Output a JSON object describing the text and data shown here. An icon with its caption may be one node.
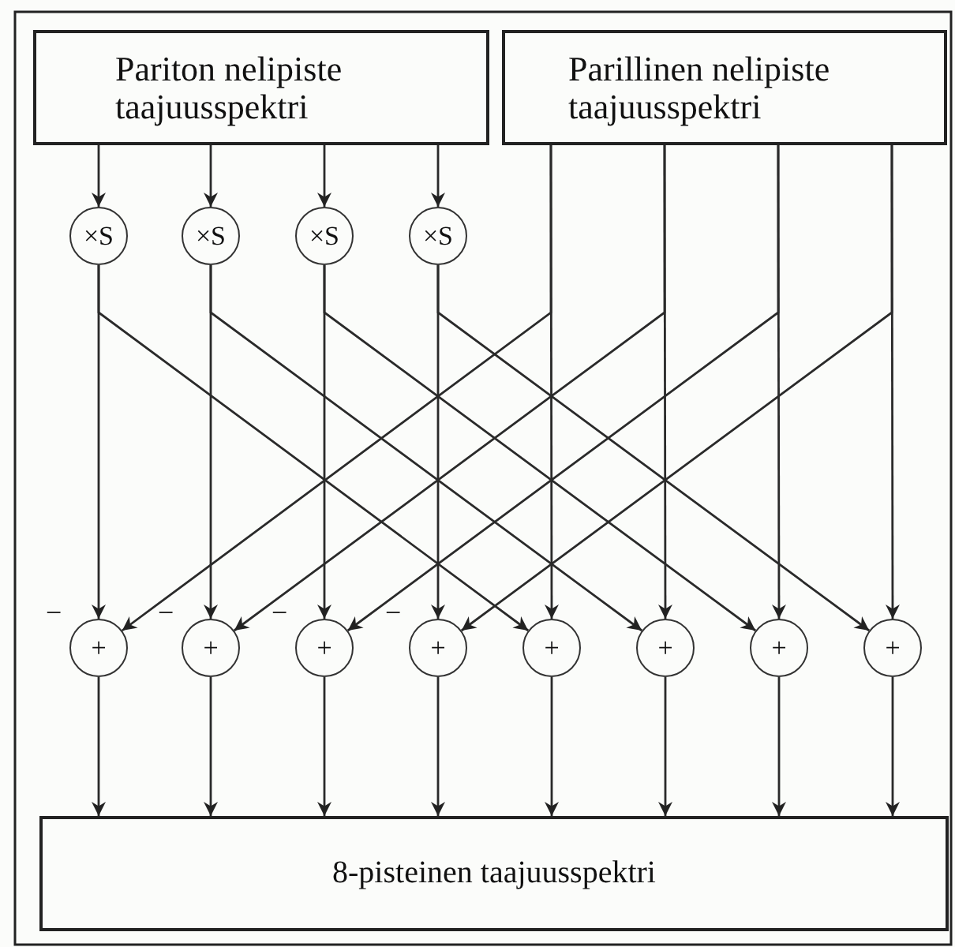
{
  "diagram": {
    "nodes": [
      {
        "text": [
          "Pariton nelipiste taajuusspektri"
        ]
      },
      {
        "text": [
          "Parillinen nelipiste taajuusspektri"
        ]
      },
      {
        "text": [
          "×S"
        ]
      },
      {
        "text": [
          "×S"
        ]
      },
      {
        "text": [
          "×S"
        ]
      },
      {
        "text": [
          "×S"
        ]
      },
      {
        "text": [
          "+"
        ],
        "beside": [
          "−"
        ]
      },
      {
        "text": [
          "+"
        ],
        "beside": [
          "−"
        ]
      },
      {
        "text": [
          "+"
        ],
        "beside": [
          "−"
        ]
      },
      {
        "text": [
          "+"
        ],
        "beside": [
          "−"
        ]
      },
      {
        "text": [
          "+"
        ]
      },
      {
        "text": [
          "+"
        ]
      },
      {
        "text": [
          "+"
        ]
      },
      {
        "text": [
          "+"
        ]
      },
      {
        "text": [
          "8-pisteinen taajuusspektri"
        ]
      }
    ],
    "edges": [
      {
        "from": 0,
        "to": 2,
        "arrow": "to"
      },
      {
        "from": 0,
        "to": 3,
        "arrow": "to"
      },
      {
        "from": 0,
        "to": 4,
        "arrow": "to"
      },
      {
        "from": 0,
        "to": 5,
        "arrow": "to"
      },
      {
        "from": 2,
        "to": 6,
        "arrow": "to"
      },
      {
        "from": 2,
        "to": 10,
        "arrow": "to"
      },
      {
        "from": 3,
        "to": 7,
        "arrow": "to"
      },
      {
        "from": 3,
        "to": 11,
        "arrow": "to"
      },
      {
        "from": 4,
        "to": 8,
        "arrow": "to"
      },
      {
        "from": 4,
        "to": 12,
        "arrow": "to"
      },
      {
        "from": 5,
        "to": 9,
        "arrow": "to"
      },
      {
        "from": 5,
        "to": 13,
        "arrow": "to"
      },
      {
        "from": 1,
        "to": 10,
        "arrow": "to"
      },
      {
        "from": 1,
        "to": 6,
        "arrow": "to"
      },
      {
        "from": 1,
        "to": 11,
        "arrow": "to"
      },
      {
        "from": 1,
        "to": 7,
        "arrow": "to"
      },
      {
        "from": 1,
        "to": 12,
        "arrow": "to"
      },
      {
        "from": 1,
        "to": 8,
        "arrow": "to"
      },
      {
        "from": 1,
        "to": 13,
        "arrow": "to"
      },
      {
        "from": 1,
        "to": 9,
        "arrow": "to"
      },
      {
        "from": 6,
        "to": 14,
        "arrow": "to"
      },
      {
        "from": 7,
        "to": 14,
        "arrow": "to"
      },
      {
        "from": 8,
        "to": 14,
        "arrow": "to"
      },
      {
        "from": 9,
        "to": 14,
        "arrow": "to"
      },
      {
        "from": 10,
        "to": 14,
        "arrow": "to"
      },
      {
        "from": 11,
        "to": 14,
        "arrow": "to"
      },
      {
        "from": 12,
        "to": 14,
        "arrow": "to"
      },
      {
        "from": 13,
        "to": 14,
        "arrow": "to"
      }
    ]
  }
}
